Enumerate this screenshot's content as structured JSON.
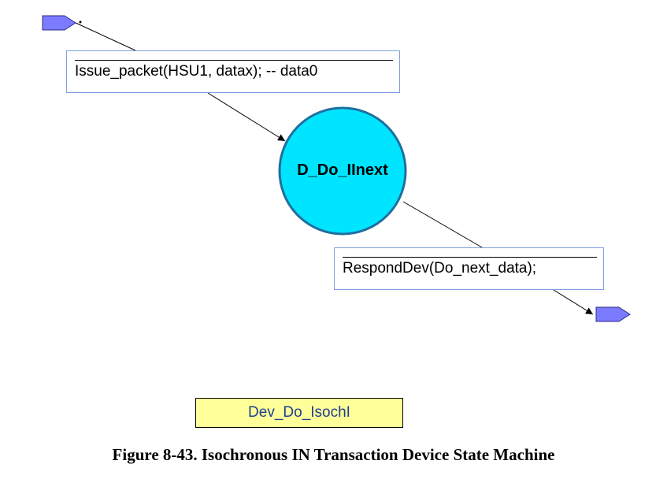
{
  "diagram": {
    "entry_action": "Issue_packet(HSU1, datax);  -- data0",
    "state_name": "D_Do_IInext",
    "exit_action": "RespondDev(Do_next_data);",
    "state_machine_name": "Dev_Do_IsochI",
    "colors": {
      "state_fill": "#00e5ff",
      "state_stroke": "#1f6f9f",
      "connector_fill": "#7b7bff",
      "action_border": "#7f9fe0",
      "name_box_fill": "#ffff99",
      "name_text": "#1f3f8f"
    }
  },
  "caption": "Figure 8-43.  Isochronous IN Transaction Device State Machine"
}
